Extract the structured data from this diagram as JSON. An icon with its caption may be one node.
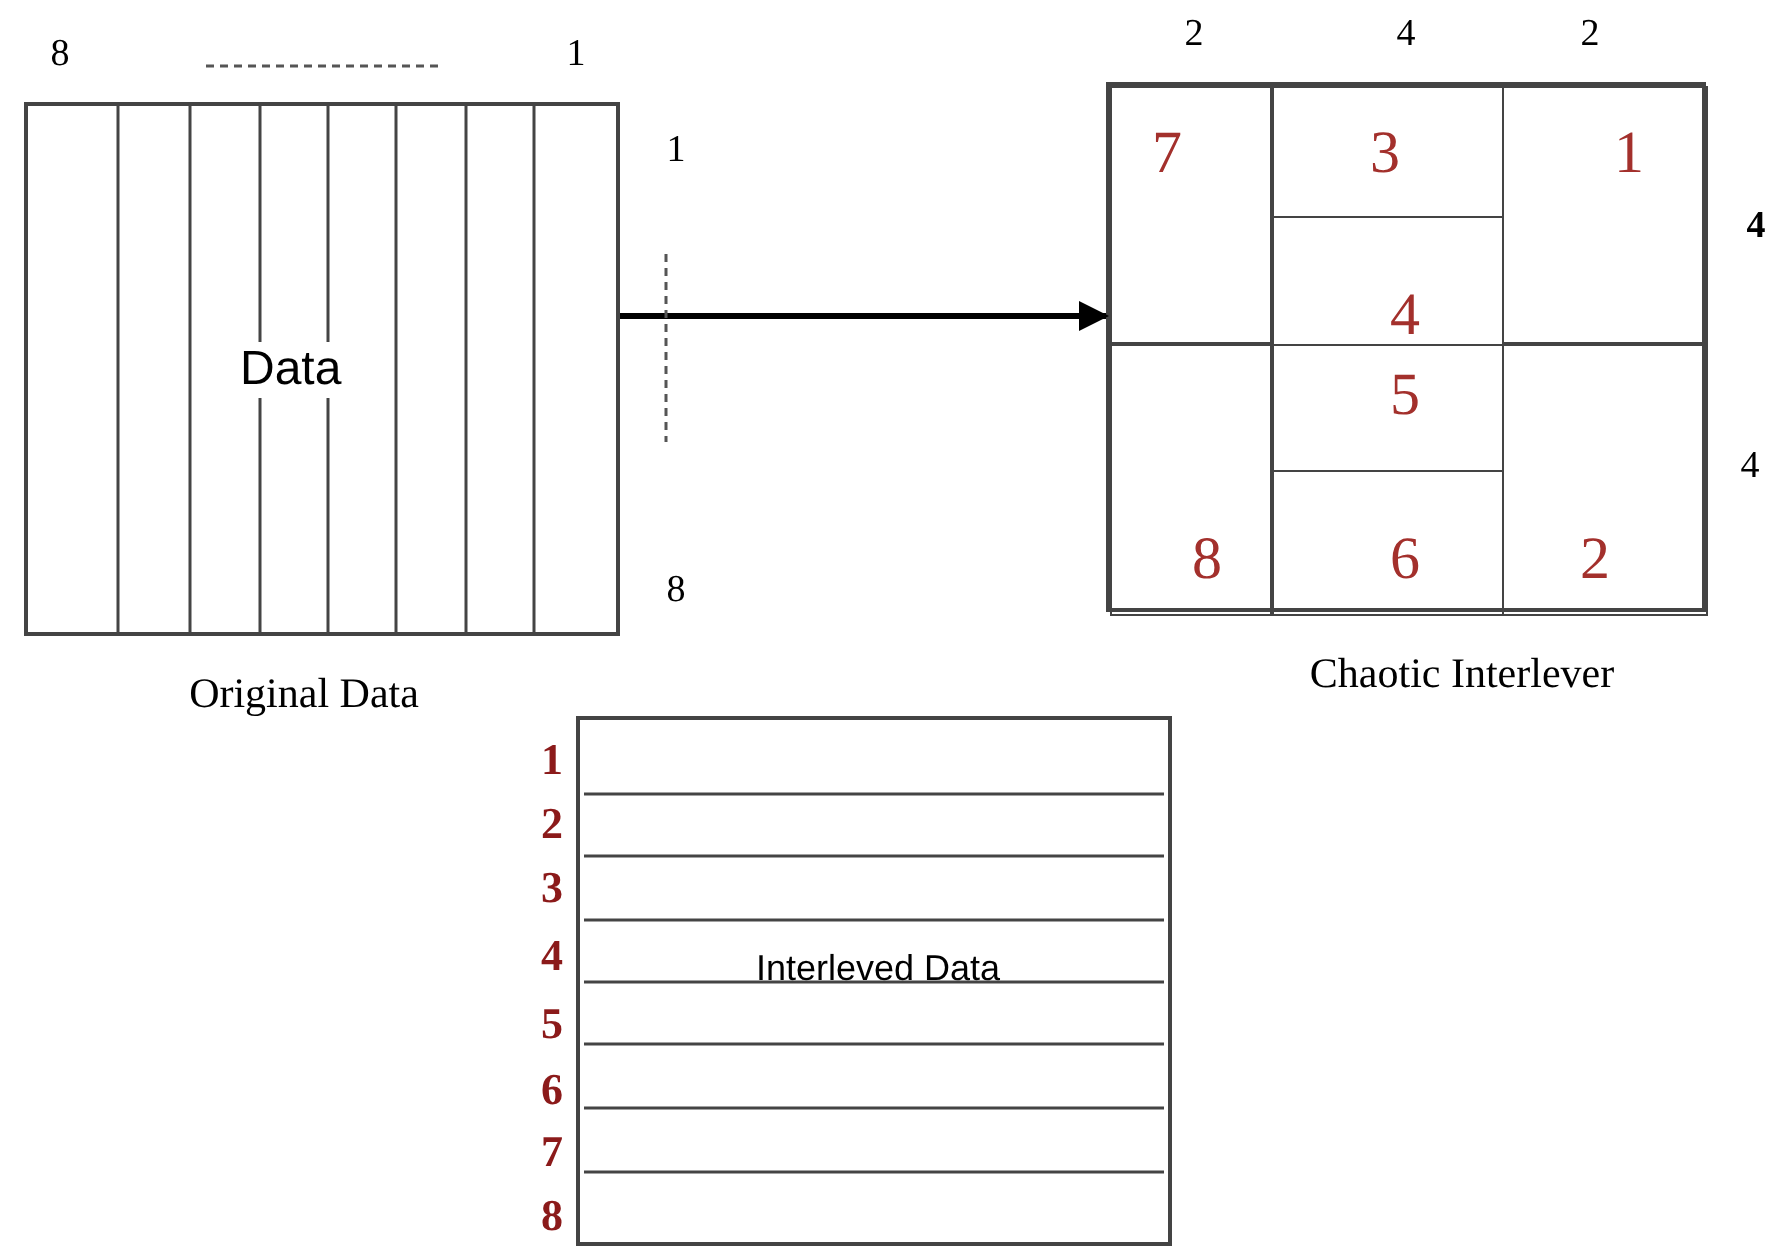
{
  "diagram": {
    "nodes": [
      {
        "text": [
          "Data"
        ],
        "beside": [
          "Original Data"
        ]
      },
      {
        "text": [
          "Chaotic Interlever"
        ]
      },
      {
        "text": [
          "7"
        ],
        "in": 1
      },
      {
        "text": [
          "3"
        ],
        "in": 1
      },
      {
        "text": [
          "1"
        ],
        "in": 1
      },
      {
        "text": [
          "4"
        ],
        "in": 1
      },
      {
        "text": [
          "5"
        ],
        "in": 1
      },
      {
        "text": [
          "8"
        ],
        "in": 1
      },
      {
        "text": [
          "6"
        ],
        "in": 1
      },
      {
        "text": [
          "2"
        ],
        "in": 1
      },
      {
        "text": [
          "Interleved Data"
        ]
      }
    ],
    "edges": [
      {
        "from": 0,
        "to": 1,
        "arrow": "to"
      }
    ],
    "labels": [
      "8",
      "1",
      "1",
      "8",
      "2",
      "4",
      "2",
      "4",
      "4",
      "1",
      "2",
      "3",
      "4",
      "5",
      "6",
      "7",
      "8"
    ]
  }
}
